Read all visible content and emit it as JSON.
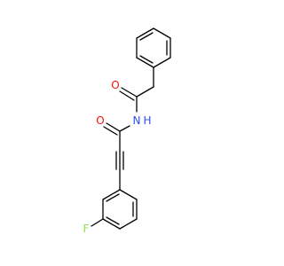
{
  "molecule": {
    "atoms": {
      "oxygen_top": "O",
      "nitrogen": "N",
      "nitrogen_h": "H",
      "oxygen_bottom": "O",
      "fluorine": "F"
    }
  },
  "colors": {
    "oxygen": "#ff0d0d",
    "nitrogen": "#3050f8",
    "fluorine": "#90e050",
    "bond": "#000000"
  }
}
